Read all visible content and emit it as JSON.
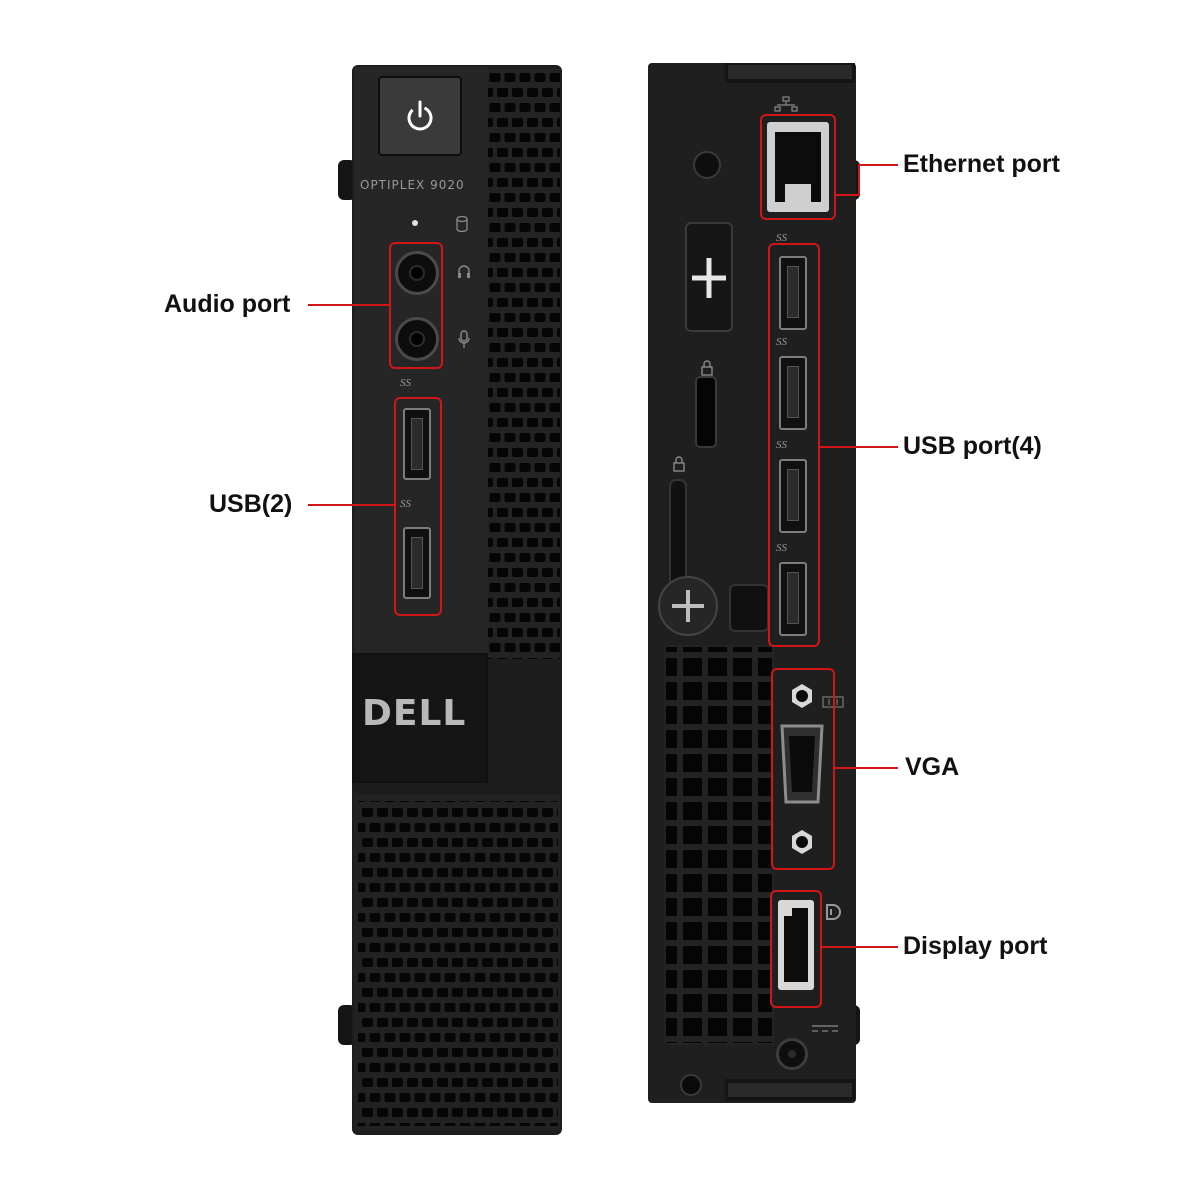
{
  "front": {
    "model_text": "OPTIPLEX 9020",
    "logo_text": "DELL",
    "usb_mark": "SS"
  },
  "rear": {
    "usb_mark": "SS"
  },
  "labels": {
    "audio": "Audio port",
    "usb_front": "USB(2)",
    "ethernet": "Ethernet port",
    "usb_rear": "USB port(4)",
    "vga": "VGA",
    "display": "Display port"
  },
  "colors": {
    "callout": "#d01616",
    "chassis": "#1b1b1b",
    "label_text": "#111111"
  },
  "icons": [
    "power-icon",
    "headphone-icon",
    "microphone-icon",
    "hdd-activity-icon",
    "network-icon",
    "lock-icon",
    "displayport-icon",
    "dc-power-icon"
  ]
}
